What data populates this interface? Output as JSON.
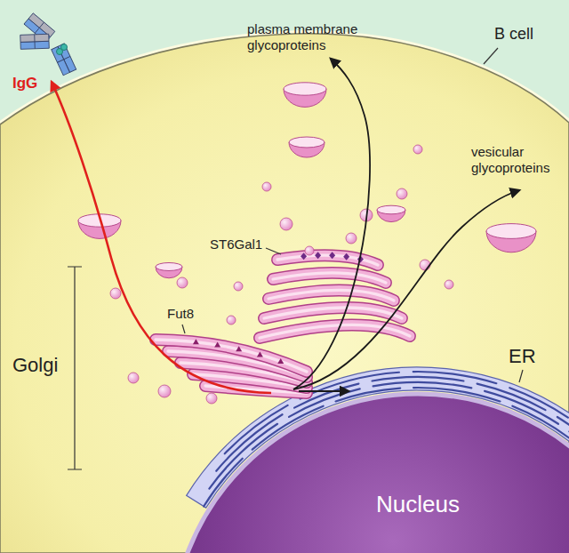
{
  "diagram": {
    "nodes": [
      {
        "text": [
          "B cell"
        ]
      },
      {
        "text": [
          "Nucleus"
        ],
        "in": 0
      }
    ],
    "labels": [
      "IgG",
      "plasma membrane glycoproteins",
      "vesicular glycoproteins",
      "ST6Gal1",
      "Fut8",
      "Golgi",
      "ER"
    ]
  }
}
